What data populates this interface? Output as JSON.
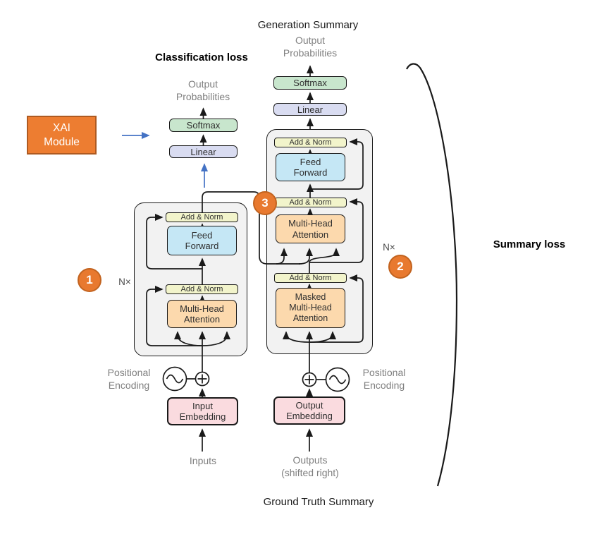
{
  "title_labels": {
    "generation_summary": "Generation Summary",
    "classification_loss": "Classification loss",
    "summary_loss": "Summary loss",
    "ground_truth_summary": "Ground Truth Summary"
  },
  "xai": {
    "label": "XAI\nModule"
  },
  "badges": {
    "b1": "1",
    "b2": "2",
    "b3": "3"
  },
  "transformer": {
    "output_probabilities": "Output\nProbabilities",
    "softmax": "Softmax",
    "linear": "Linear",
    "add_norm": "Add & Norm",
    "feed_forward": "Feed\nForward",
    "multi_head_attention": "Multi-Head\nAttention",
    "masked_multi_head_attention": "Masked\nMulti-Head\nAttention",
    "input_embedding": "Input\nEmbedding",
    "output_embedding": "Output\nEmbedding",
    "positional_encoding": "Positional\nEncoding",
    "inputs": "Inputs",
    "outputs": "Outputs\n(shifted right)",
    "n_times": "N×"
  },
  "colors": {
    "softmax_fill": "#c8e6cd",
    "linear_fill": "#d9dcf1",
    "add_norm_fill": "#f2f4cb",
    "feed_forward_fill": "#c5e7f5",
    "attention_fill": "#fcd9ad",
    "embedding_fill": "#fadbdf",
    "container_fill": "#f2f2f2",
    "badge_fill": "#e8792f",
    "xai_fill": "#ed7d31",
    "xai_border": "#ae5a21",
    "arrow_blue": "#4472c4",
    "line_black": "#1a1a1a"
  }
}
